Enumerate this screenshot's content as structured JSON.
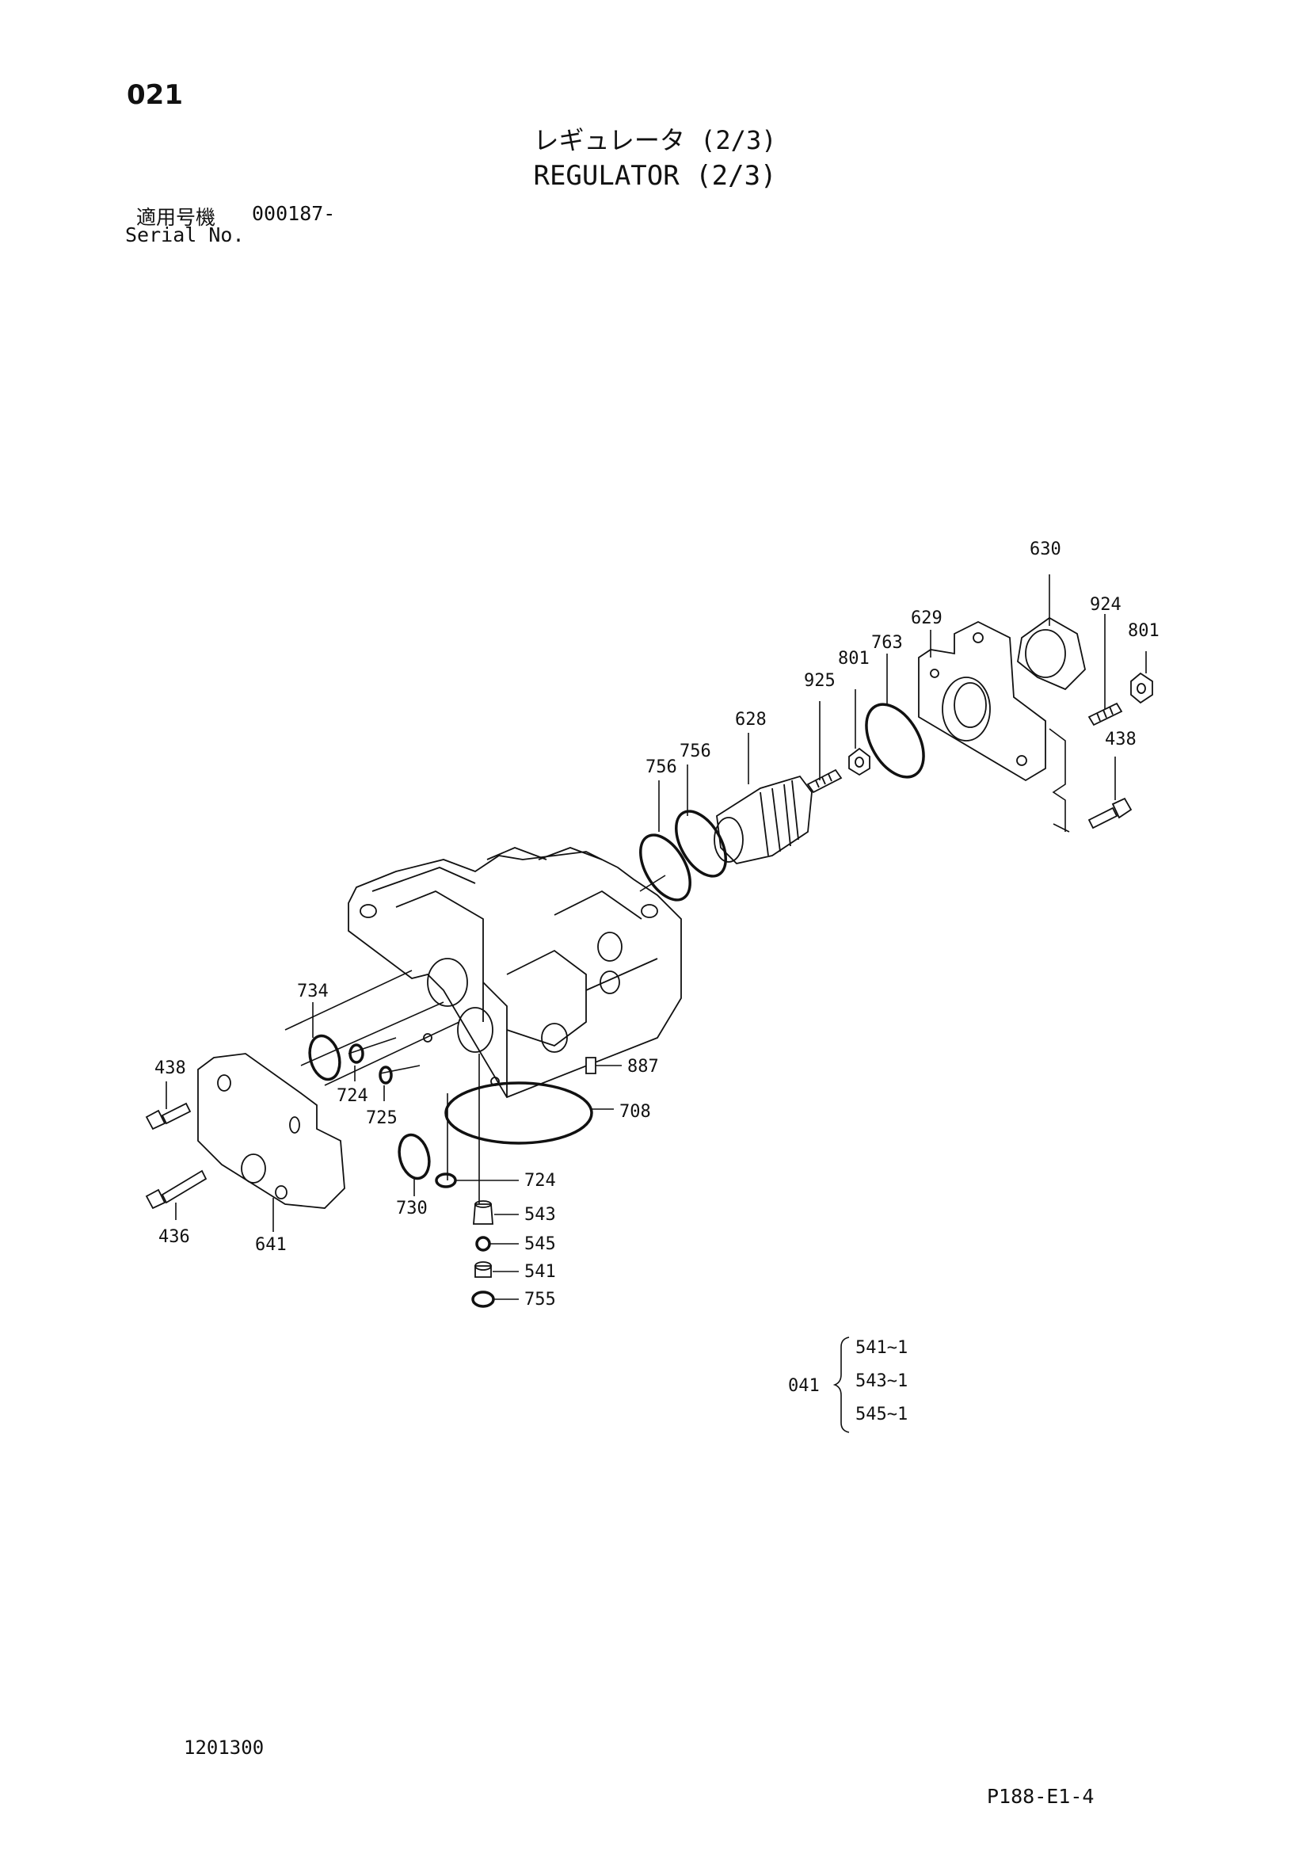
{
  "header": {
    "page_number": "021",
    "title_jp": "レギュレータ (2/3)",
    "title_en": "REGULATOR (2/3)",
    "serial_label_jp": "適用号機",
    "serial_value": "000187-",
    "serial_label_en": "Serial No."
  },
  "callouts": {
    "p630": "630",
    "p924": "924",
    "p629": "629",
    "p801a": "801",
    "p801b": "801",
    "p763": "763",
    "p925": "925",
    "p628": "628",
    "p756a": "756",
    "p756b": "756",
    "p438a": "438",
    "p734": "734",
    "p887": "887",
    "p438b": "438",
    "p724a": "724",
    "p725": "725",
    "p708": "708",
    "p730": "730",
    "p724b": "724",
    "p543": "543",
    "p545": "545",
    "p541": "541",
    "p755": "755",
    "p436": "436",
    "p641": "641"
  },
  "kit": {
    "code": "041",
    "items": [
      "541~1",
      "543~1",
      "545~1"
    ]
  },
  "footer": {
    "doc_code": "1201300",
    "page_ref": "P188-E1-4"
  }
}
